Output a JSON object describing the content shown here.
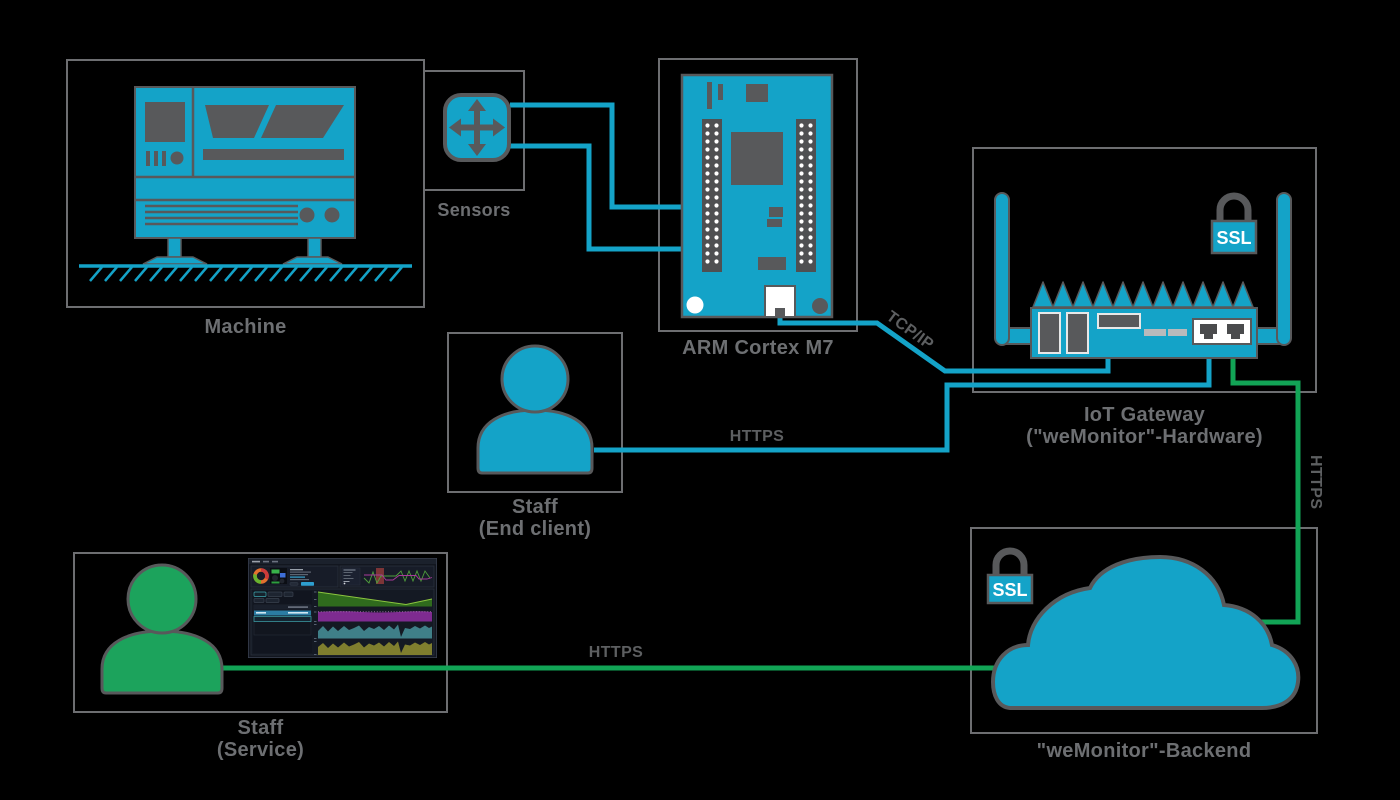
{
  "diagram": {
    "title_hint": "weMonitor IoT architecture diagram",
    "colors": {
      "background": "#000000",
      "accent_cyan": "#14a3c8",
      "accent_green": "#12a456",
      "outline_dark_gray": "#58595b",
      "box_border_gray": "#6d6e71",
      "label_gray": "#6d6f72",
      "ssl_text_white": "#ffffff"
    },
    "nodes": {
      "machine": {
        "label": "Machine",
        "icon": "cnc-machine-icon"
      },
      "sensors": {
        "label": "Sensors",
        "icon": "move-arrows-icon"
      },
      "arm_board": {
        "label": "ARM Cortex M7",
        "icon": "microcontroller-board-icon"
      },
      "iot_gateway": {
        "label": "IoT Gateway",
        "sublabel": "(\"weMonitor\"-Hardware)",
        "ssl_badge": "SSL",
        "icon": "router-icon"
      },
      "staff_end_client": {
        "label": "Staff",
        "sublabel": "(End client)",
        "icon": "person-icon"
      },
      "staff_service": {
        "label": "Staff",
        "sublabel": "(Service)",
        "icon": "person-icon"
      },
      "backend": {
        "label": "\"weMonitor\"-Backend",
        "ssl_badge": "SSL",
        "icon": "cloud-icon"
      }
    },
    "connections": {
      "arm_to_gateway": {
        "label": "TCP/IP",
        "color": "#14a3c8"
      },
      "client_to_gateway": {
        "label": "HTTPS",
        "color": "#14a3c8"
      },
      "gateway_to_backend": {
        "label": "HTTPS",
        "color": "#12a456"
      },
      "service_to_backend": {
        "label": "HTTPS",
        "color": "#12a456"
      }
    }
  }
}
